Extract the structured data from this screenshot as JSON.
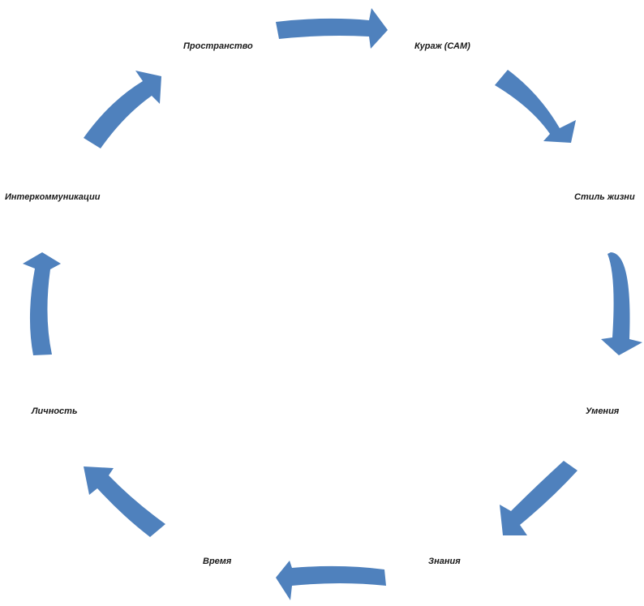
{
  "diagram": {
    "arrow_color": "#4f81bd",
    "label_color": "#1a1a1a",
    "nodes": [
      {
        "id": "prostranstvo",
        "label": "Пространство"
      },
      {
        "id": "kurazh",
        "label": "Кураж (САМ)"
      },
      {
        "id": "stil-zhizni",
        "label": "Стиль жизни"
      },
      {
        "id": "umeniya",
        "label": "Умения"
      },
      {
        "id": "znaniya",
        "label": "Знания"
      },
      {
        "id": "vremya",
        "label": "Время"
      },
      {
        "id": "lichnost",
        "label": "Личность"
      },
      {
        "id": "intercommunication",
        "label": "Интеркоммуникации"
      }
    ],
    "arrows": [
      {
        "from": "prostranstvo",
        "to": "kurazh"
      },
      {
        "from": "kurazh",
        "to": "stil-zhizni"
      },
      {
        "from": "stil-zhizni",
        "to": "umeniya"
      },
      {
        "from": "umeniya",
        "to": "znaniya"
      },
      {
        "from": "znaniya",
        "to": "vremya"
      },
      {
        "from": "vremya",
        "to": "lichnost"
      },
      {
        "from": "lichnost",
        "to": "intercommunication"
      },
      {
        "from": "intercommunication",
        "to": "prostranstvo"
      }
    ]
  }
}
